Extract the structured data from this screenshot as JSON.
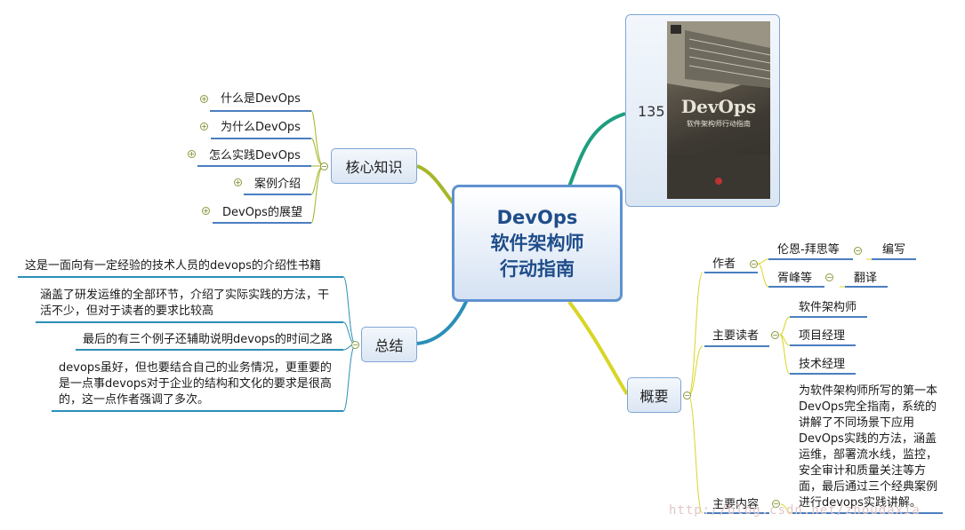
{
  "central": {
    "line1": "DevOps",
    "line2": "软件架构师",
    "line3": "行动指南"
  },
  "image_node": {
    "label": "135",
    "cover_title": "DevOps",
    "cover_subtitle": "软件架构师行动指南"
  },
  "core_knowledge": {
    "label": "核心知识",
    "items": [
      "什么是DevOps",
      "为什么DevOps",
      "怎么实践DevOps",
      "案例介绍",
      "DevOps的展望"
    ]
  },
  "summary": {
    "label": "总结",
    "items": [
      "这是一面向有一定经验的技术人员的devops的介绍性书籍",
      "涵盖了研发运维的全部环节，介绍了实际实践的方法，干活不少，但对于读者的要求比较高",
      "最后的有三个例子还辅助说明devops的时间之路",
      "devops虽好，但也要结合自己的业务情况，更重要的是一点事devops对于企业的结构和文化的要求是很高的，这一点作者强调了多次。"
    ]
  },
  "overview": {
    "label": "概要",
    "author": {
      "label": "作者",
      "entries": [
        {
          "name": "伦恩-拜思等",
          "role": "编写"
        },
        {
          "name": "胥峰等",
          "role": "翻译"
        }
      ]
    },
    "readers": {
      "label": "主要读者",
      "items": [
        "软件架构师",
        "项目经理",
        "技术经理"
      ]
    },
    "content": {
      "label": "主要内容",
      "text": "为软件架构师所写的第一本DevOps完全指南，系统的讲解了不同场景下应用DevOps实践的方法，涵盖运维，部署流水线，监控，安全审计和质量关注等方面，最后通过三个经典案例进行devops实践讲解。"
    }
  },
  "watermark": "http://blog.csdn.net/zhoudaxia",
  "colors": {
    "core_branch": "#a6b62a",
    "summary_branch": "#2a8fb8",
    "overview_branch": "#d8d626",
    "image_branch": "#1e9e7e",
    "underline": "#4a7fc0"
  }
}
